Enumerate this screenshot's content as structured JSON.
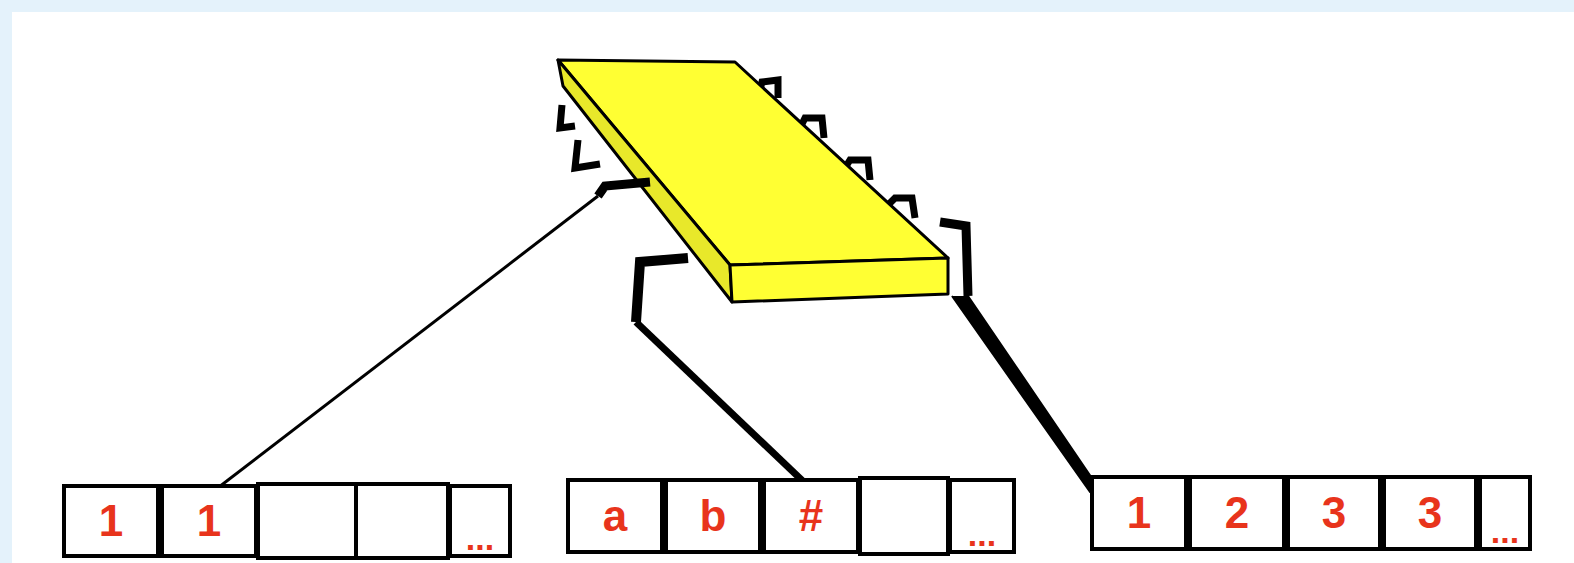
{
  "diagram": {
    "nodes": [
      {
        "text": [
          "1"
        ]
      },
      {
        "text": [
          "1"
        ]
      },
      {
        "text": [
          "..."
        ]
      },
      {
        "text": [
          "a"
        ]
      },
      {
        "text": [
          "b"
        ]
      },
      {
        "text": [
          "#"
        ]
      },
      {
        "text": [
          "..."
        ]
      },
      {
        "text": [
          "1"
        ]
      },
      {
        "text": [
          "2"
        ]
      },
      {
        "text": [
          "3"
        ]
      },
      {
        "text": [
          "3"
        ]
      },
      {
        "text": [
          "..."
        ]
      }
    ]
  }
}
